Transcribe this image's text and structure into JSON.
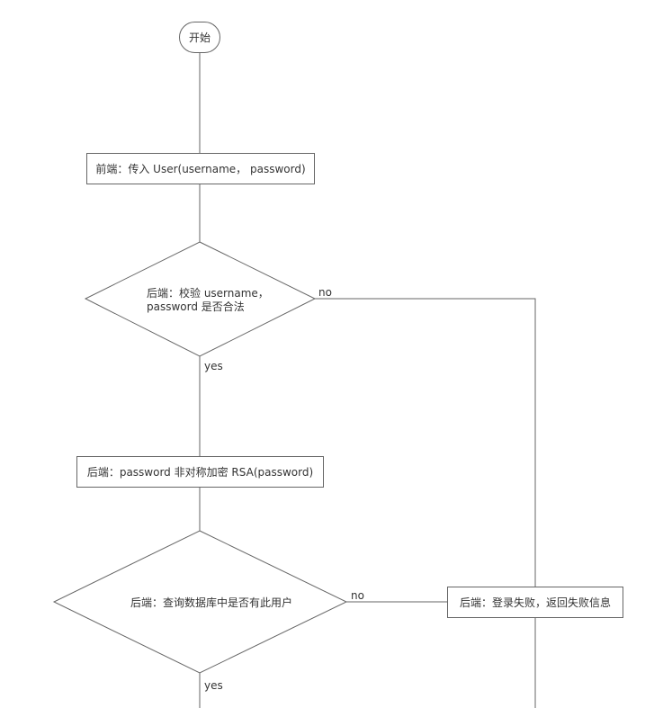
{
  "flow": {
    "start": "开始",
    "frontend_input": "前端：传入 User(username， password)",
    "validate_line1": "后端：校验 username，",
    "validate_line2": "password 是否合法",
    "encrypt": "后端：password 非对称加密 RSA(password)",
    "query_user": "后端：查询数据库中是否有此用户",
    "login_fail": "后端：登录失败，返回失败信息",
    "label_no_1": "no",
    "label_yes_1": "yes",
    "label_no_2": "no",
    "label_yes_2": "yes"
  },
  "colors": {
    "stroke": "#666666",
    "text": "#333333"
  }
}
